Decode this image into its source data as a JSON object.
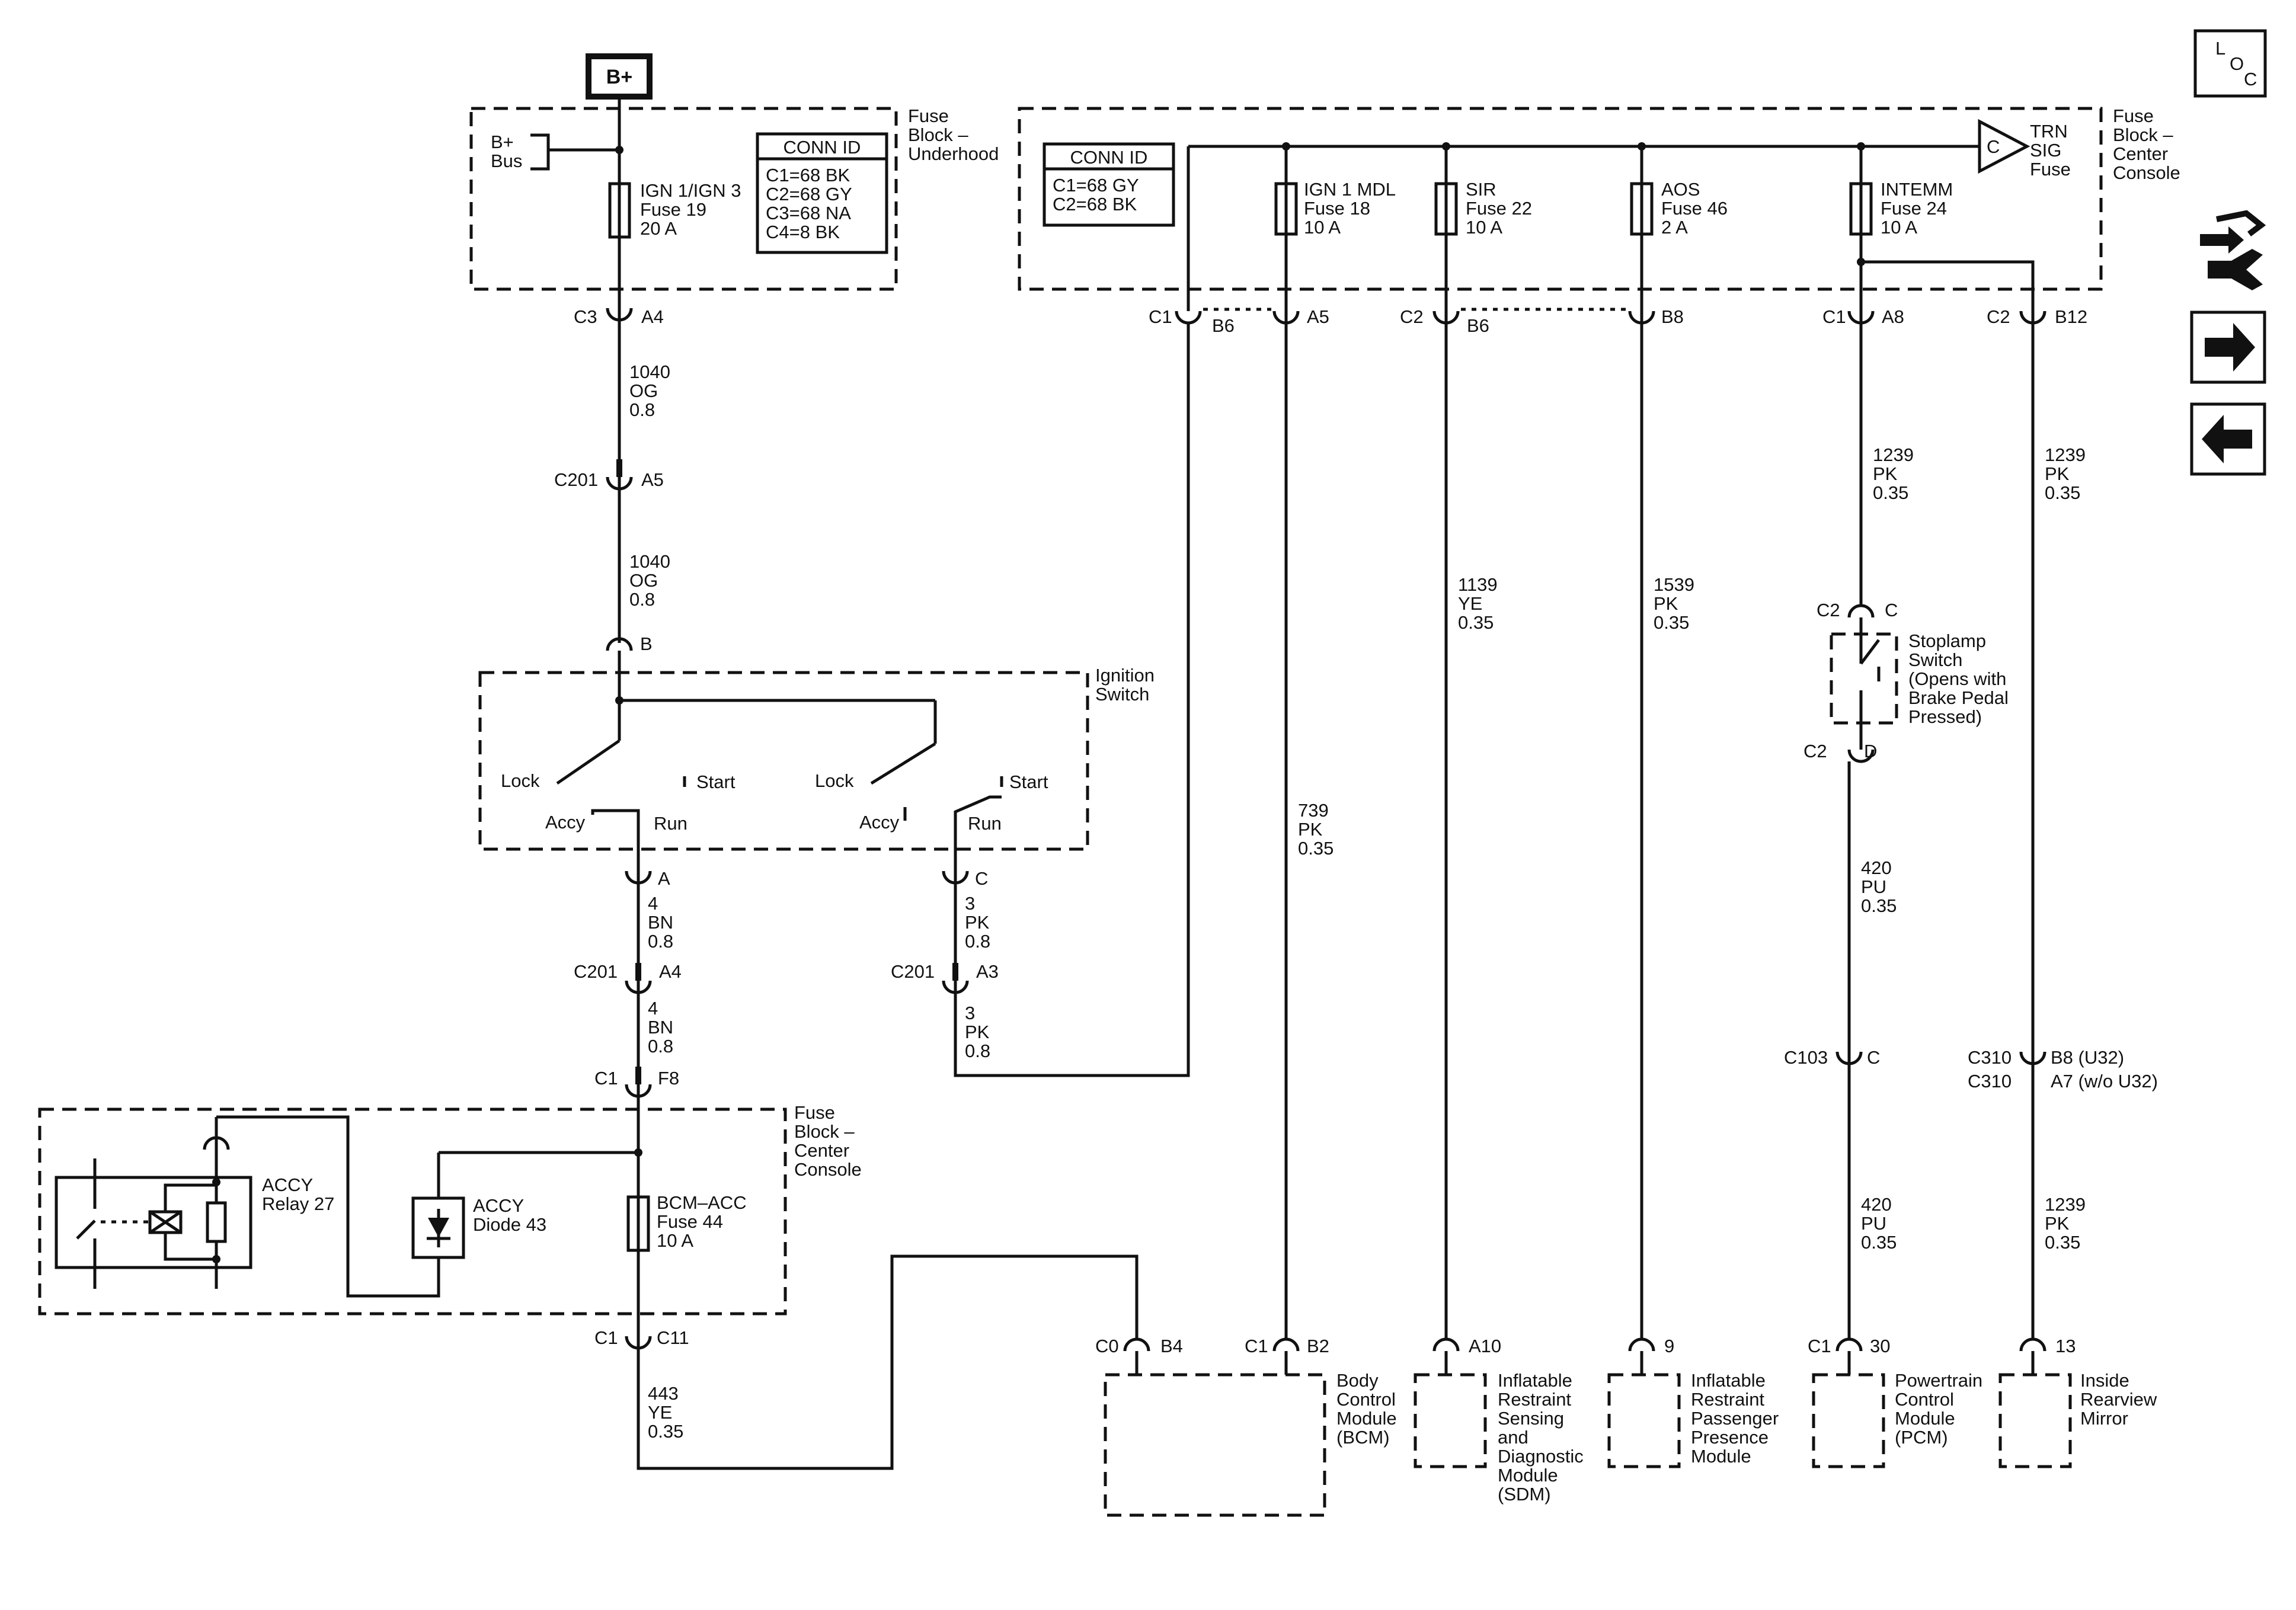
{
  "top": {
    "battery": "B+",
    "loc": [
      "L",
      "O",
      "C"
    ]
  },
  "underhood": {
    "title": [
      "Fuse",
      "Block –",
      "Underhood"
    ],
    "bus": [
      "B+",
      "Bus"
    ],
    "fuse": [
      "IGN 1/IGN 3",
      "Fuse 19",
      "20 A"
    ],
    "conn_title": "CONN ID",
    "conn_rows": [
      "C1=68 BK",
      "C2=68 GY",
      "C3=68 NA",
      "C4=8 BK"
    ]
  },
  "center": {
    "title": [
      "Fuse",
      "Block –",
      "Center",
      "Console"
    ],
    "conn_title": "CONN ID",
    "conn_rows": [
      "C1=68 GY",
      "C2=68 BK"
    ],
    "trn": [
      "TRN",
      "SIG",
      "Fuse"
    ],
    "trn_letter": "C",
    "fuses": [
      [
        "IGN 1 MDL",
        "Fuse 18",
        "10 A"
      ],
      [
        "SIR",
        "Fuse 22",
        "10 A"
      ],
      [
        "AOS",
        "Fuse 46",
        "2 A"
      ],
      [
        "INTEMM",
        "Fuse 24",
        "10 A"
      ]
    ]
  },
  "pins": {
    "c3": "C3",
    "a4": "A4",
    "c201": "C201",
    "a5": "A5",
    "b": "B",
    "a": "A",
    "c": "C",
    "c201b": "C201",
    "a4b": "A4",
    "c201c": "C201",
    "a3": "A3",
    "c1f": "C1",
    "f8": "F8",
    "c1g": "C1",
    "c11": "C11",
    "c1a": "C1",
    "b6a": "B6",
    "a5b": "A5",
    "c2a": "C2",
    "b6b": "B6",
    "b8": "B8",
    "c1b": "C1",
    "a8": "A8",
    "c2b": "C2",
    "b12": "B12",
    "c2c": "C2",
    "cc": "C",
    "c2d": "C2",
    "d": "D",
    "c103": "C103",
    "c103c": "C",
    "c310a": "C310",
    "b8u32": "B8 (U32)",
    "c310b": "C310",
    "a7": "A7 (w/o U32)",
    "c0": "C0",
    "b4": "B4",
    "c1h": "C1",
    "b2": "B2",
    "a10": "A10",
    "p9": "9",
    "c1i": "C1",
    "p30": "30",
    "p13": "13"
  },
  "wires": {
    "w1040a": [
      "1040",
      "OG",
      "0.8"
    ],
    "w1040b": [
      "1040",
      "OG",
      "0.8"
    ],
    "w4a": [
      "4",
      "BN",
      "0.8"
    ],
    "w4b": [
      "4",
      "BN",
      "0.8"
    ],
    "w3a": [
      "3",
      "PK",
      "0.8"
    ],
    "w3b": [
      "3",
      "PK",
      "0.8"
    ],
    "w443": [
      "443",
      "YE",
      "0.35"
    ],
    "w739": [
      "739",
      "PK",
      "0.35"
    ],
    "w1139": [
      "1139",
      "YE",
      "0.35"
    ],
    "w1539": [
      "1539",
      "PK",
      "0.35"
    ],
    "w1239a": [
      "1239",
      "PK",
      "0.35"
    ],
    "w420a": [
      "420",
      "PU",
      "0.35"
    ],
    "w420b": [
      "420",
      "PU",
      "0.35"
    ],
    "w1239b": [
      "1239",
      "PK",
      "0.35"
    ],
    "w1239c": [
      "1239",
      "PK",
      "0.35"
    ]
  },
  "ignition": {
    "title": [
      "Ignition",
      "Switch"
    ],
    "lock1": "Lock",
    "start1": "Start",
    "accy1": "Accy",
    "run1": "Run",
    "lock2": "Lock",
    "start2": "Start",
    "accy2": "Accy",
    "run2": "Run"
  },
  "center2": {
    "title": [
      "Fuse",
      "Block –",
      "Center",
      "Console"
    ],
    "relay": [
      "ACCY",
      "Relay 27"
    ],
    "diode": [
      "ACCY",
      "Diode 43"
    ],
    "fuse": [
      "BCM–ACC",
      "Fuse 44",
      "10 A"
    ]
  },
  "stoplamp": [
    "Stoplamp",
    "Switch",
    "(Opens with",
    "Brake Pedal",
    "Pressed)"
  ],
  "modules": {
    "bcm": [
      "Body",
      "Control",
      "Module",
      "(BCM)"
    ],
    "sdm": [
      "Inflatable",
      "Restraint",
      "Sensing",
      "and",
      "Diagnostic",
      "Module",
      "(SDM)"
    ],
    "ppm": [
      "Inflatable",
      "Restraint",
      "Passenger",
      "Presence",
      "Module"
    ],
    "pcm": [
      "Powertrain",
      "Control",
      "Module",
      "(PCM)"
    ],
    "mirror": [
      "Inside",
      "Rearview",
      "Mirror"
    ]
  },
  "nav": {
    "icons": [
      "wrench-arrows-icon",
      "next-arrow-icon",
      "previous-arrow-icon"
    ]
  }
}
